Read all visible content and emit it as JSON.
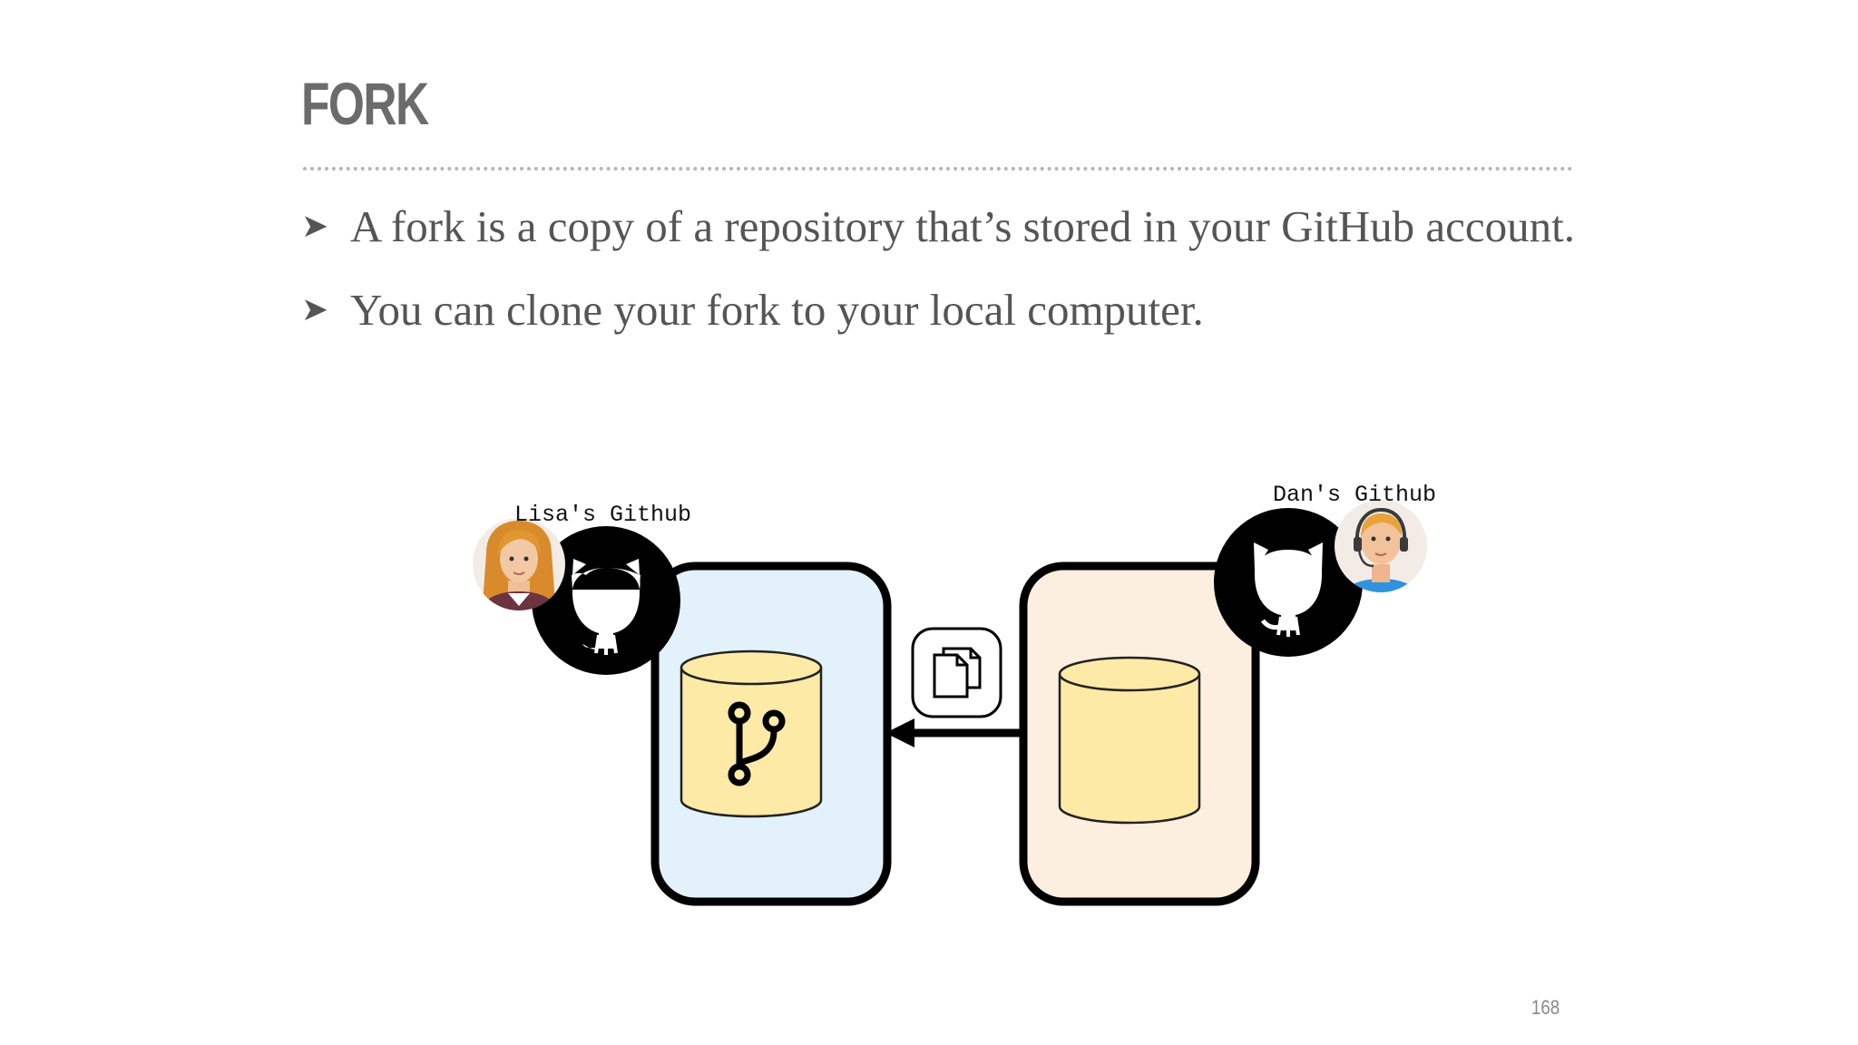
{
  "slide": {
    "title": "FORK",
    "bullets": [
      {
        "text": "A fork is a copy of a repository that’s stored in your GitHub account."
      },
      {
        "text": "You can clone your fork to your local computer."
      }
    ],
    "page_number": "168"
  },
  "diagram": {
    "left_account_label": "Lisa's Github",
    "right_account_label": "Dan's Github",
    "left_repo": {
      "fill_color": "#e3f1fa",
      "icon": "git-branch-icon"
    },
    "right_repo": {
      "fill_color": "#fdefdf",
      "icon": "none"
    },
    "database_color": "#fdeaa7",
    "copy_icon": "copy-documents-icon",
    "arrow_direction": "right-to-left"
  }
}
